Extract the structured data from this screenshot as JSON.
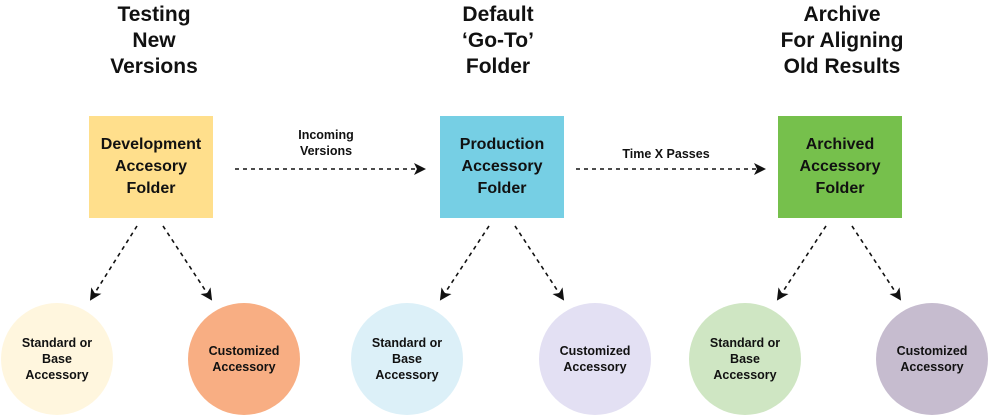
{
  "columns": [
    {
      "title": "Testing\nNew\nVersions",
      "folder": {
        "label": "Development\nAccesory\nFolder",
        "color": "#FFDF8C"
      },
      "children": [
        {
          "label": "Standard or\nBase\nAccessory",
          "color": "#FFF6DE"
        },
        {
          "label": "Customized\nAccessory",
          "color": "#F8AE83"
        }
      ]
    },
    {
      "title": "Default\n‘Go-To’\nFolder",
      "folder": {
        "label": "Production\nAccessory\nFolder",
        "color": "#76CFE4"
      },
      "children": [
        {
          "label": "Standard or\nBase\nAccessory",
          "color": "#DCF0F8"
        },
        {
          "label": "Customized\nAccessory",
          "color": "#E3E0F3"
        }
      ]
    },
    {
      "title": "Archive\nFor Aligning\nOld Results",
      "folder": {
        "label": "Archived\nAccessory\nFolder",
        "color": "#76C04C"
      },
      "children": [
        {
          "label": "Standard or\nBase\nAccessory",
          "color": "#CFE6C3"
        },
        {
          "label": "Customized\nAccessory",
          "color": "#C6BCCF"
        }
      ]
    }
  ],
  "transitions": [
    {
      "label": "Incoming\nVersions"
    },
    {
      "label": "Time X Passes"
    }
  ]
}
